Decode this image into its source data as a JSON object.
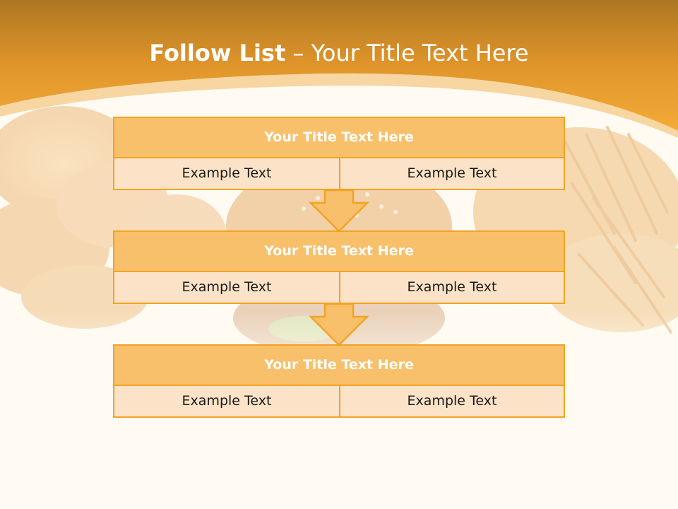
{
  "slide": {
    "title_bold": "Follow List",
    "title_rest": " – Your Title Text Here",
    "colors": {
      "header_gradient_top": "#b07a22",
      "header_gradient_bottom": "#f3a631",
      "accent_orange": "#f2a323",
      "cell_header": "#f8c06b",
      "cell_body": "#fce3c7"
    }
  },
  "tables": [
    {
      "header": "Your Title Text Here",
      "cells": [
        "Example Text",
        "Example Text"
      ]
    },
    {
      "header": "Your Title Text Here",
      "cells": [
        "Example Text",
        "Example Text"
      ]
    },
    {
      "header": "Your Title Text Here",
      "cells": [
        "Example Text",
        "Example Text"
      ]
    }
  ],
  "connectors": [
    "down-arrow-icon",
    "down-arrow-icon"
  ]
}
